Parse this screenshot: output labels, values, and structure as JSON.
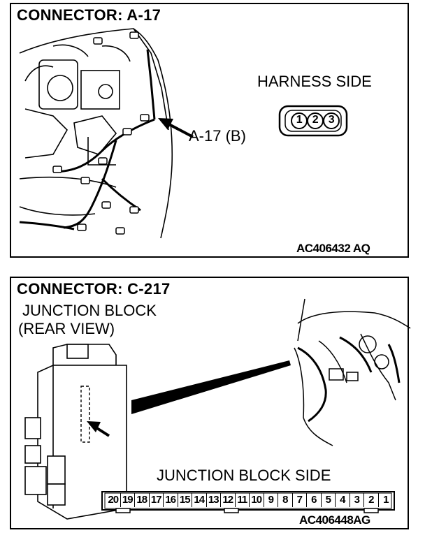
{
  "top_panel": {
    "title": "CONNECTOR: A-17",
    "harness_side_label": "HARNESS SIDE",
    "connector_callout": "A-17 (B)",
    "pins": [
      "1",
      "2",
      "3"
    ],
    "figure_code": "AC406432 AQ"
  },
  "bottom_panel": {
    "title": "CONNECTOR: C-217",
    "subtitle_line1": "JUNCTION BLOCK",
    "subtitle_line2": "(REAR VIEW)",
    "junction_block_side_label": "JUNCTION BLOCK SIDE",
    "pins": [
      "20",
      "19",
      "18",
      "17",
      "16",
      "15",
      "14",
      "13",
      "12",
      "11",
      "10",
      "9",
      "8",
      "7",
      "6",
      "5",
      "4",
      "3",
      "2",
      "1"
    ],
    "figure_code": "AC406448AG"
  }
}
